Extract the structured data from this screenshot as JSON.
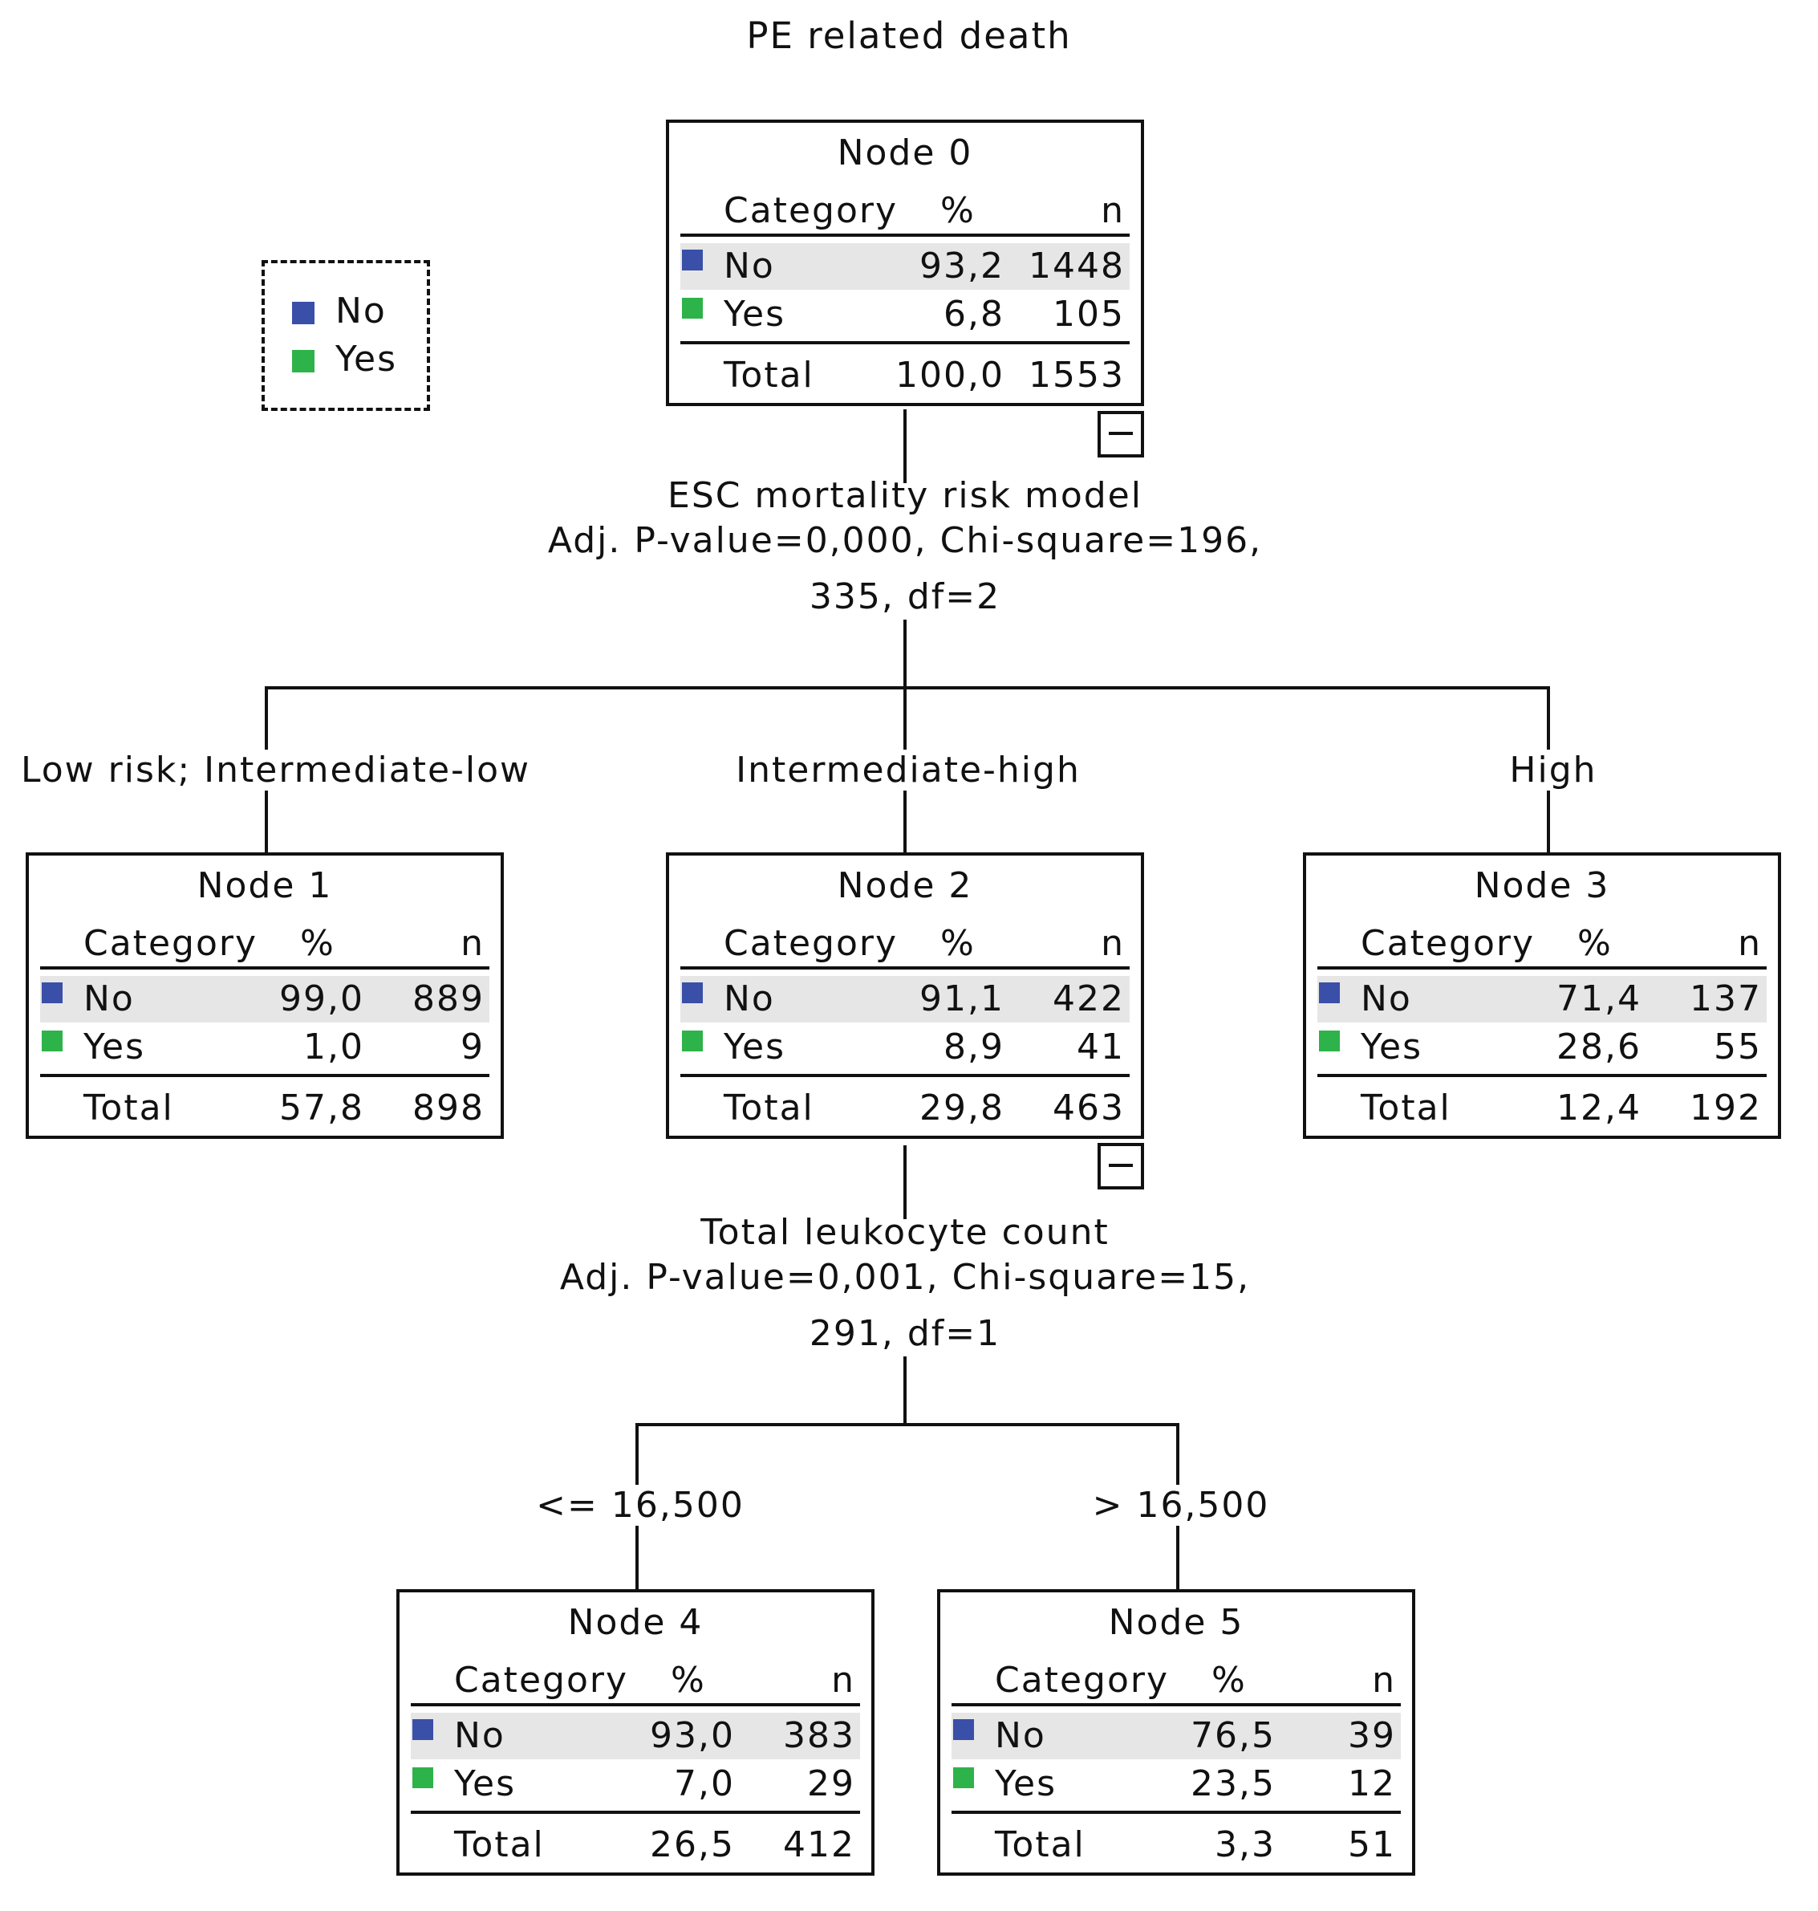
{
  "title": "PE related death",
  "colors": {
    "no": "#3a4fa8",
    "yes": "#2db34a",
    "row_highlight": "#e6e6e6"
  },
  "legend": [
    {
      "label": "No",
      "color": "#3a4fa8"
    },
    {
      "label": "Yes",
      "color": "#2db34a"
    }
  ],
  "column_headers": {
    "category": "Category",
    "percent": "%",
    "n": "n"
  },
  "nodes": {
    "n0": {
      "title": "Node 0",
      "rows": [
        {
          "label": "No",
          "pct": "93,2",
          "n": "1448"
        },
        {
          "label": "Yes",
          "pct": "6,8",
          "n": "105"
        },
        {
          "label": "Total",
          "pct": "100,0",
          "n": "1553"
        }
      ]
    },
    "n1": {
      "title": "Node 1",
      "rows": [
        {
          "label": "No",
          "pct": "99,0",
          "n": "889"
        },
        {
          "label": "Yes",
          "pct": "1,0",
          "n": "9"
        },
        {
          "label": "Total",
          "pct": "57,8",
          "n": "898"
        }
      ]
    },
    "n2": {
      "title": "Node 2",
      "rows": [
        {
          "label": "No",
          "pct": "91,1",
          "n": "422"
        },
        {
          "label": "Yes",
          "pct": "8,9",
          "n": "41"
        },
        {
          "label": "Total",
          "pct": "29,8",
          "n": "463"
        }
      ]
    },
    "n3": {
      "title": "Node 3",
      "rows": [
        {
          "label": "No",
          "pct": "71,4",
          "n": "137"
        },
        {
          "label": "Yes",
          "pct": "28,6",
          "n": "55"
        },
        {
          "label": "Total",
          "pct": "12,4",
          "n": "192"
        }
      ]
    },
    "n4": {
      "title": "Node 4",
      "rows": [
        {
          "label": "No",
          "pct": "93,0",
          "n": "383"
        },
        {
          "label": "Yes",
          "pct": "7,0",
          "n": "29"
        },
        {
          "label": "Total",
          "pct": "26,5",
          "n": "412"
        }
      ]
    },
    "n5": {
      "title": "Node 5",
      "rows": [
        {
          "label": "No",
          "pct": "76,5",
          "n": "39"
        },
        {
          "label": "Yes",
          "pct": "23,5",
          "n": "12"
        },
        {
          "label": "Total",
          "pct": "3,3",
          "n": "51"
        }
      ]
    }
  },
  "splits": {
    "s0": {
      "variable": "ESC mortality risk model",
      "stats_line1": "Adj. P-value=0,000, Chi-square=196,",
      "stats_line2": "335, df=2"
    },
    "s2": {
      "variable": "Total leukocyte count",
      "stats_line1": "Adj. P-value=0,001, Chi-square=15,",
      "stats_line2": "291, df=1"
    }
  },
  "branches": {
    "b1": "Low risk; Intermediate-low",
    "b2": "Intermediate-high",
    "b3": "High",
    "b4": "<= 16,500",
    "b5": "> 16,500"
  }
}
